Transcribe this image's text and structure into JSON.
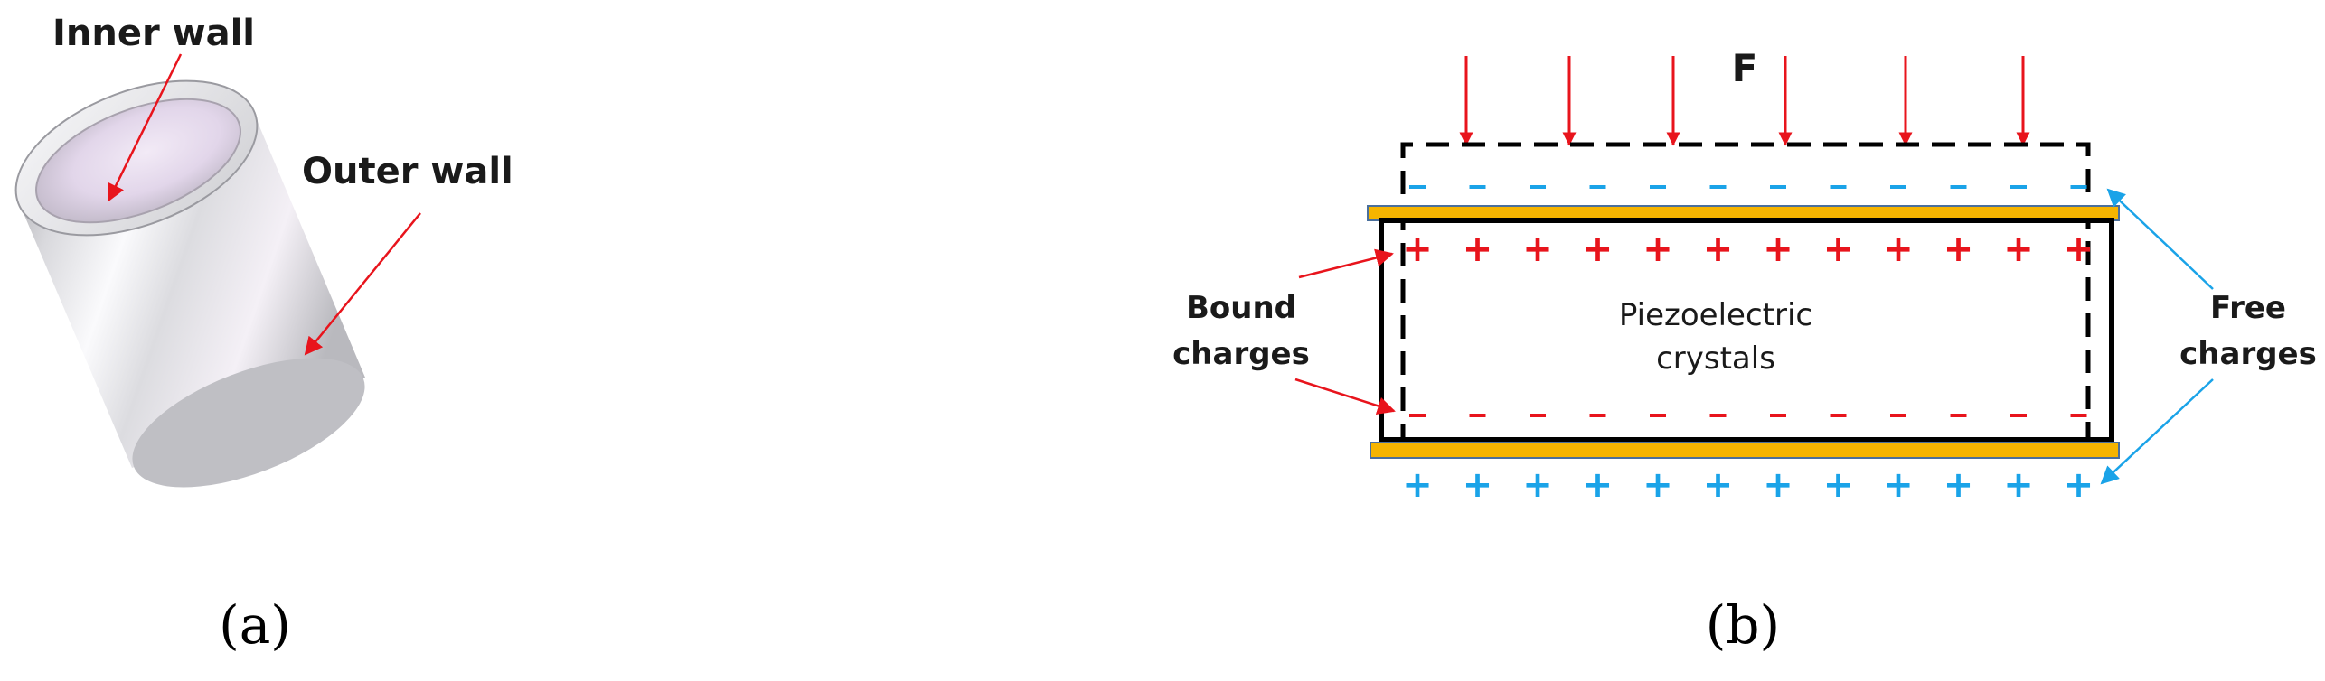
{
  "panel_a": {
    "inner_wall_label": "Inner wall",
    "outer_wall_label": "Outer wall",
    "caption": "(a)"
  },
  "panel_b": {
    "force_label": "F",
    "bound_charges_label_line1": "Bound",
    "bound_charges_label_line2": "charges",
    "free_charges_label_line1": "Free",
    "free_charges_label_line2": "charges",
    "crystal_label_line1": "Piezoelectric",
    "crystal_label_line2": "crystals",
    "caption": "(b)",
    "plus_sign": "+",
    "minus_sign": "-"
  },
  "colors": {
    "arrow_red": "#e8141c",
    "free_charge_blue": "#1aa3e8",
    "electrode_gold": "#f5b400",
    "electrode_edge": "#4a6f9c",
    "outline_black": "#000000"
  }
}
